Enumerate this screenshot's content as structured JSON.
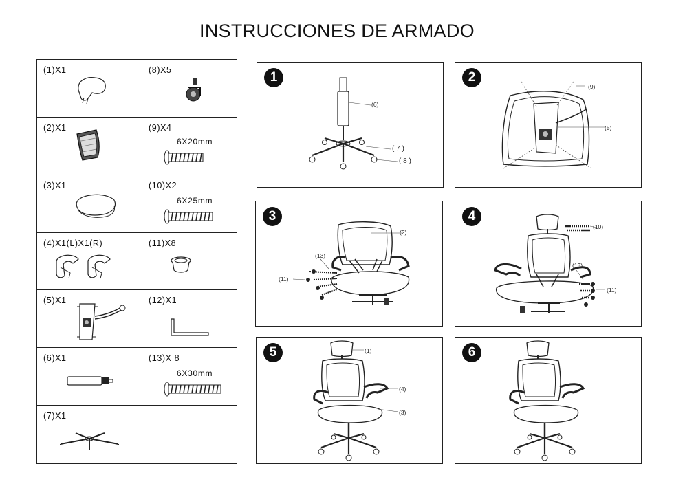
{
  "title": "INSTRUCCIONES DE ARMADO",
  "parts": [
    {
      "label": "(1)X1",
      "sub": ""
    },
    {
      "label": "(8)X5",
      "sub": ""
    },
    {
      "label": "(2)X1",
      "sub": ""
    },
    {
      "label": "(9)X4",
      "sub": "6X20mm"
    },
    {
      "label": "(3)X1",
      "sub": ""
    },
    {
      "label": "(10)X2",
      "sub": "6X25mm"
    },
    {
      "label": "(4)X1(L)X1(R)",
      "sub": ""
    },
    {
      "label": "(11)X8",
      "sub": ""
    },
    {
      "label": "(5)X1",
      "sub": ""
    },
    {
      "label": "(12)X1",
      "sub": ""
    },
    {
      "label": "(6)X1",
      "sub": ""
    },
    {
      "label": "(13)X 8",
      "sub": "6X30mm"
    },
    {
      "label": "(7)X1",
      "sub": ""
    },
    {
      "label": "",
      "sub": ""
    }
  ],
  "steps": [
    {
      "number": "1",
      "callouts": [
        "(6)",
        "( 7 )",
        "( 8 )"
      ]
    },
    {
      "number": "2",
      "callouts": [
        "(9)",
        "(5)"
      ]
    },
    {
      "number": "3",
      "callouts": [
        "(2)",
        "(13)",
        "(11)"
      ]
    },
    {
      "number": "4",
      "callouts": [
        "(10)",
        "(13)",
        "(11)"
      ]
    },
    {
      "number": "5",
      "callouts": [
        "(1)",
        "(4)",
        "(3)"
      ]
    },
    {
      "number": "6",
      "callouts": []
    }
  ]
}
